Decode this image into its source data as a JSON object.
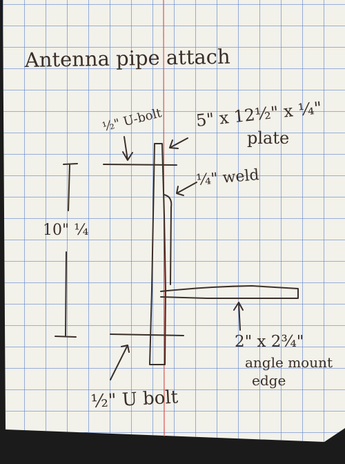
{
  "title": "Antenna pipe attach",
  "labels": {
    "top_ubolt": "½\" U-bolt",
    "plate_dims": "5\" x 12½\" x ¼\"",
    "plate_word": "plate",
    "weld": "¼\" weld",
    "height": "10\" ¼",
    "angle_dims": "2\" x 2¾\"",
    "angle_line1": "angle mount",
    "angle_line2": "edge",
    "bottom_ubolt": "½\" U bolt"
  },
  "colors": {
    "paper": "#f2f1ea",
    "grid": "#4a74c9",
    "margin_line": "#d9534f",
    "ink": "#3a2f28"
  }
}
